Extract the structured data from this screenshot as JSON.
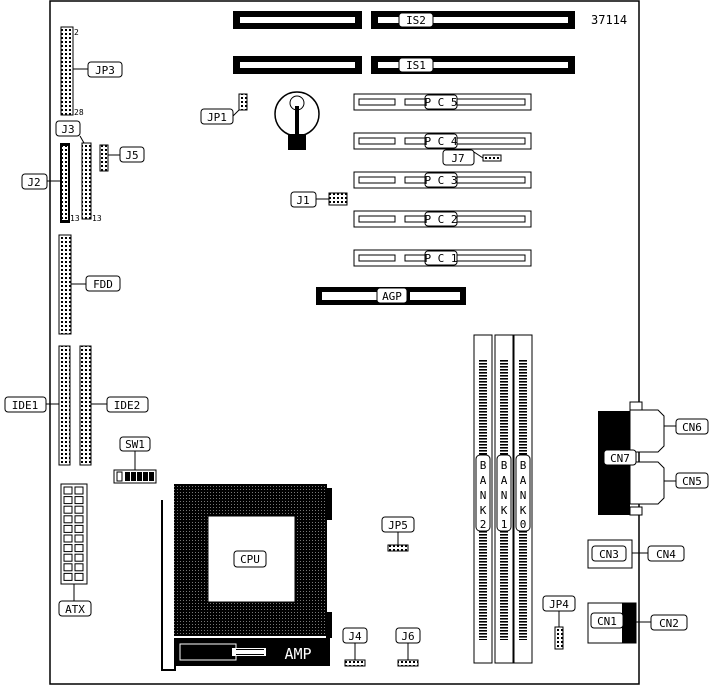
{
  "board": {
    "id_code": "37114",
    "labels": {
      "is2": "IS2",
      "is1": "IS1",
      "pc5": "P C 5",
      "pc4": "P C 4",
      "pc3": "P C 3",
      "pc2": "P C 2",
      "pc1": "P C 1",
      "agp": "AGP",
      "jp3": "JP3",
      "jp3_pin_top": "2",
      "jp3_pin_bottom": "28",
      "jp1": "JP1",
      "j3": "J3",
      "j5": "J5",
      "j2": "J2",
      "j2_pin": "13",
      "j3_pin": "13",
      "j7": "J7",
      "j1": "J1",
      "fdd": "FDD",
      "ide1": "IDE1",
      "ide2": "IDE2",
      "sw1": "SW1",
      "atx": "ATX",
      "cpu": "CPU",
      "amp": "AMP",
      "jp5": "JP5",
      "j4": "J4",
      "j6": "J6",
      "jp4": "JP4",
      "bank2": [
        "B",
        "A",
        "N",
        "K",
        "2"
      ],
      "bank1": [
        "B",
        "A",
        "N",
        "K",
        "1"
      ],
      "bank0": [
        "B",
        "A",
        "N",
        "K",
        "0"
      ],
      "cn1": "CN1",
      "cn2": "CN2",
      "cn3": "CN3",
      "cn4": "CN4",
      "cn5": "CN5",
      "cn6": "CN6",
      "cn7": "CN7"
    }
  }
}
